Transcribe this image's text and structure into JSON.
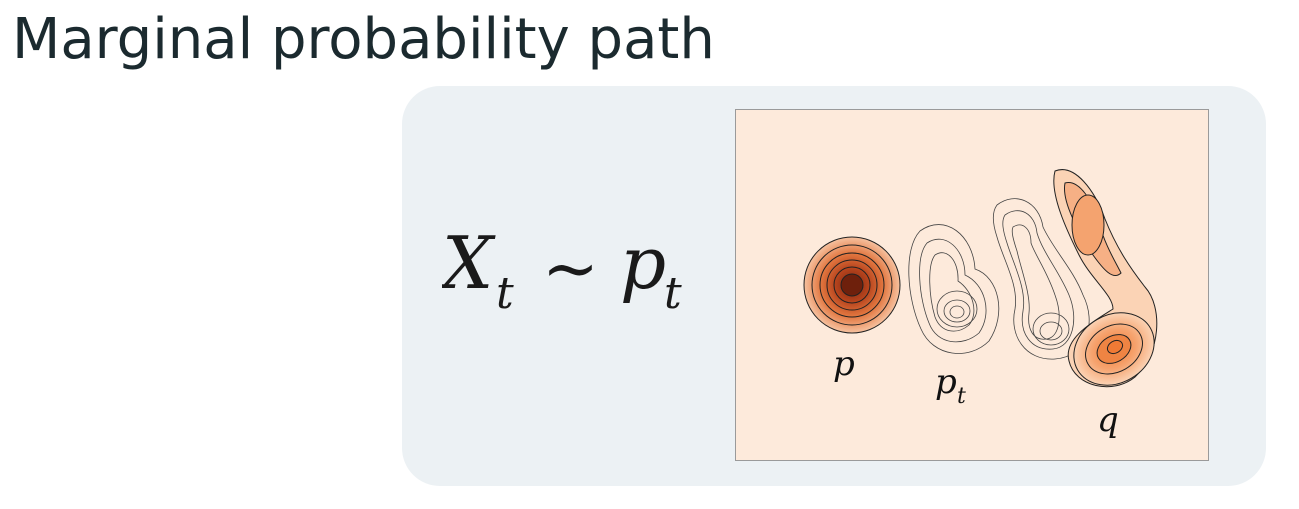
{
  "slide": {
    "title": "Marginal probability path"
  },
  "formula": {
    "X": "X",
    "X_subscript": "t",
    "relation": "~",
    "p": "p",
    "p_subscript": "t"
  },
  "figure": {
    "labels": {
      "source": "p",
      "intermediate": "p",
      "intermediate_subscript": "t",
      "target": "q"
    },
    "colors": {
      "background": "#fdeadb",
      "border": "#9a9a9a",
      "source_core": "#7a2610",
      "source_outer": "#f2a983",
      "target_core": "#f07a35",
      "target_outer": "#fbd3b5",
      "contour_line": "#222222"
    }
  }
}
